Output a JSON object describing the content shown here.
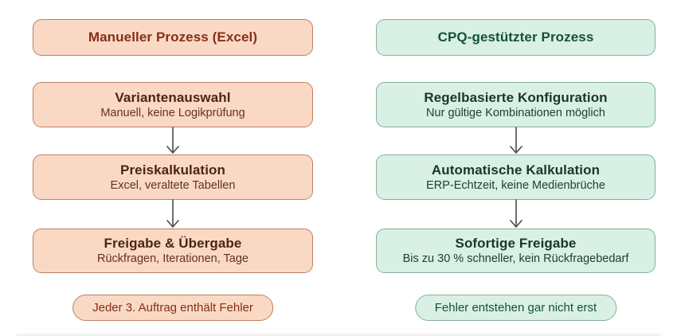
{
  "diagram": {
    "colors": {
      "arrow": "#4a4a4a",
      "background": "#ffffff"
    },
    "columns": [
      {
        "id": "manual-process",
        "header": "Manueller Prozess (Excel)",
        "steps": [
          {
            "title": "Variantenauswahl",
            "subtitle": "Manuell, keine Logikprüfung"
          },
          {
            "title": "Preiskalkulation",
            "subtitle": "Excel, veraltete Tabellen"
          },
          {
            "title": "Freigabe & Übergabe",
            "subtitle": "Rückfragen, Iterationen, Tage"
          }
        ],
        "footer": "Jeder 3. Auftrag enthält Fehler",
        "colors": {
          "fill": "#f9d9c4",
          "border": "#bd7f64",
          "header_text": "#872e1a",
          "title_text": "#4e2217",
          "subtitle_text": "#63321f"
        }
      },
      {
        "id": "cpq-process",
        "header": "CPQ-gestützter Prozess",
        "steps": [
          {
            "title": "Regelbasierte Konfiguration",
            "subtitle": "Nur gültige Kombinationen möglich"
          },
          {
            "title": "Automatische Kalkulation",
            "subtitle": "ERP-Echtzeit, keine Medienbrüche"
          },
          {
            "title": "Sofortige Freigabe",
            "subtitle": "Bis zu 30 % schneller, kein Rückfragebedarf"
          }
        ],
        "footer": "Fehler entstehen gar nicht erst",
        "colors": {
          "fill": "#d9f0e4",
          "border": "#85af9b",
          "header_text": "#16503f",
          "title_text": "#1c352d",
          "subtitle_text": "#1f4034"
        }
      }
    ]
  }
}
